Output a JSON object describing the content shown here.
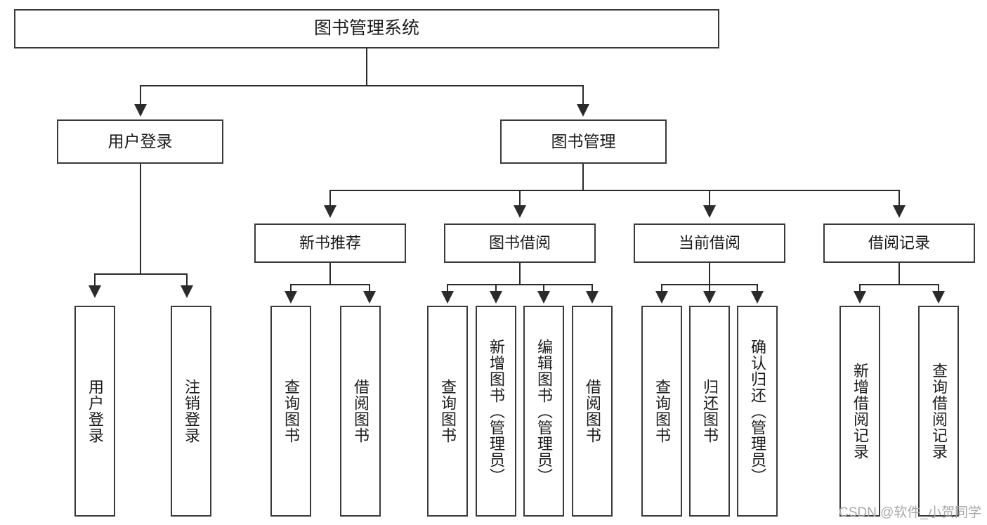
{
  "diagram": {
    "type": "tree-hierarchy",
    "title": "图书管理系统",
    "watermark": "CSDN @软件_小贺同学",
    "nodes": {
      "root": {
        "label": "图书管理系统"
      },
      "level2": [
        {
          "id": "user-login",
          "label": "用户登录"
        },
        {
          "id": "book-manage",
          "label": "图书管理"
        }
      ],
      "level3": [
        {
          "id": "new-book-rec",
          "label": "新书推荐",
          "parent": "book-manage"
        },
        {
          "id": "book-borrow",
          "label": "图书借阅",
          "parent": "book-manage"
        },
        {
          "id": "current-borrow",
          "label": "当前借阅",
          "parent": "book-manage"
        },
        {
          "id": "borrow-record",
          "label": "借阅记录",
          "parent": "book-manage"
        }
      ],
      "leaves": [
        {
          "id": "leaf-user-login",
          "label": "用户登录",
          "parent": "user-login"
        },
        {
          "id": "leaf-logout",
          "label": "注销登录",
          "parent": "user-login"
        },
        {
          "id": "leaf-query-book-1",
          "label": "查询图书",
          "parent": "new-book-rec"
        },
        {
          "id": "leaf-borrow-book-1",
          "label": "借阅图书",
          "parent": "new-book-rec"
        },
        {
          "id": "leaf-query-book-2",
          "label": "查询图书",
          "parent": "book-borrow"
        },
        {
          "id": "leaf-add-book",
          "label": "新增图书（管理员）",
          "parent": "book-borrow"
        },
        {
          "id": "leaf-edit-book",
          "label": "编辑图书（管理员）",
          "parent": "book-borrow"
        },
        {
          "id": "leaf-borrow-book-2",
          "label": "借阅图书",
          "parent": "book-borrow"
        },
        {
          "id": "leaf-query-book-3",
          "label": "查询图书",
          "parent": "current-borrow"
        },
        {
          "id": "leaf-return-book",
          "label": "归还图书",
          "parent": "current-borrow"
        },
        {
          "id": "leaf-confirm-return",
          "label": "确认归还（管理员）",
          "parent": "current-borrow"
        },
        {
          "id": "leaf-add-record",
          "label": "新增借阅记录",
          "parent": "borrow-record"
        },
        {
          "id": "leaf-query-record",
          "label": "查询借阅记录",
          "parent": "borrow-record"
        }
      ]
    },
    "colors": {
      "border": "#3a3a3a",
      "line": "#2b2b2b",
      "text": "#1a1a1a",
      "background": "#ffffff",
      "watermark": "#a8a8a8"
    }
  }
}
